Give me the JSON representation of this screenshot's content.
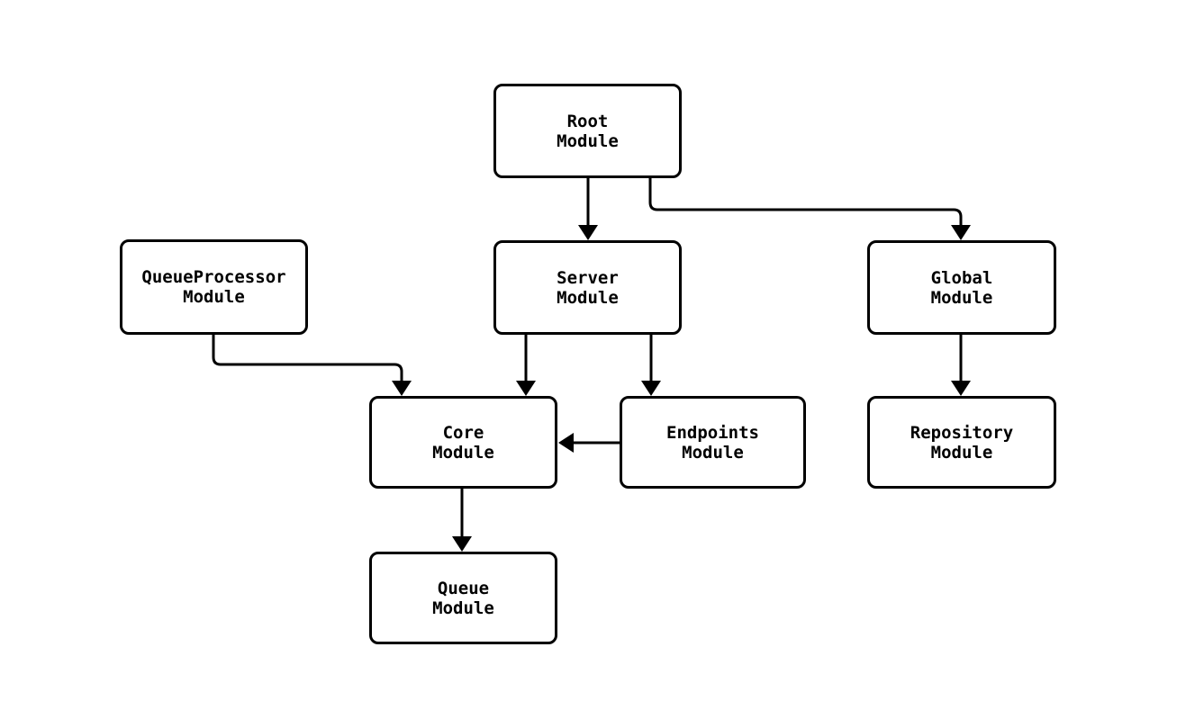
{
  "diagram": {
    "type": "flowchart",
    "background_color": "#ffffff",
    "node_fill_color": "#ffffff",
    "node_border_color": "#000000",
    "edge_color": "#000000",
    "text_color": "#000000",
    "nodes": {
      "root": {
        "label": "Root\nModule"
      },
      "queueprocessor": {
        "label": "QueueProcessor\nModule"
      },
      "server": {
        "label": "Server\nModule"
      },
      "global": {
        "label": "Global\nModule"
      },
      "core": {
        "label": "Core\nModule"
      },
      "endpoints": {
        "label": "Endpoints\nModule"
      },
      "repository": {
        "label": "Repository\nModule"
      },
      "queue": {
        "label": "Queue\nModule"
      }
    },
    "edges": [
      {
        "from": "Root Module",
        "to": "Server Module"
      },
      {
        "from": "Root Module",
        "to": "Global Module"
      },
      {
        "from": "QueueProcessor Module",
        "to": "Core Module"
      },
      {
        "from": "Server Module",
        "to": "Core Module"
      },
      {
        "from": "Server Module",
        "to": "Endpoints Module"
      },
      {
        "from": "Global Module",
        "to": "Repository Module"
      },
      {
        "from": "Endpoints Module",
        "to": "Core Module"
      },
      {
        "from": "Core Module",
        "to": "Queue Module"
      }
    ]
  }
}
